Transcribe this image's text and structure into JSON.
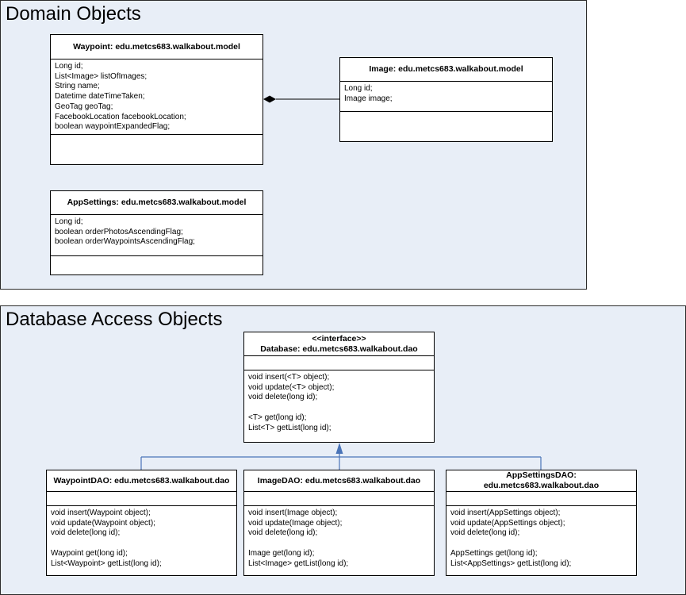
{
  "domain_package": {
    "title": "Domain Objects",
    "waypoint": {
      "name": "Waypoint: edu.metcs683.walkabout.model",
      "attributes": [
        "Long id;",
        "List<Image> listOfImages;",
        "String name;",
        "Datetime dateTimeTaken;",
        "GeoTag geoTag;",
        "FacebookLocation facebookLocation;",
        "boolean waypointExpandedFlag;"
      ]
    },
    "image": {
      "name": "Image: edu.metcs683.walkabout.model",
      "attributes": [
        "Long id;",
        "Image image;"
      ]
    },
    "appsettings": {
      "name": "AppSettings: edu.metcs683.walkabout.model",
      "attributes": [
        "Long id;",
        "boolean orderPhotosAscendingFlag;",
        "boolean orderWaypointsAscendingFlag;"
      ]
    }
  },
  "dao_package": {
    "title": "Database Access Objects",
    "database": {
      "stereotype": "<<interface>>",
      "name": "Database: edu.metcs683.walkabout.dao",
      "methods": [
        "void insert(<T> object);",
        "void update(<T> object);",
        "void delete(long id);",
        "",
        "<T> get(long id);",
        "List<T> getList(long id);"
      ]
    },
    "waypointdao": {
      "name": "WaypointDAO: edu.metcs683.walkabout.dao",
      "methods": [
        "void insert(Waypoint object);",
        "void update(Waypoint object);",
        "void delete(long id);",
        "",
        "Waypoint get(long id);",
        "List<Waypoint> getList(long id);"
      ]
    },
    "imagedao": {
      "name": "ImageDAO: edu.metcs683.walkabout.dao",
      "methods": [
        "void insert(Image object);",
        "void update(Image object);",
        "void delete(long id);",
        "",
        "Image get(long id);",
        "List<Image> getList(long id);"
      ]
    },
    "appsettingsdao": {
      "name_line1": "AppSettingsDAO:",
      "name_line2": "edu.metcs683.walkabout.dao",
      "methods": [
        "void insert(AppSettings object);",
        "void update(AppSettings object);",
        "void delete(long id);",
        "",
        "AppSettings get(long id);",
        "List<AppSettings> getList(long id);"
      ]
    }
  },
  "colors": {
    "package_fill": "#e8eef7",
    "inheritance_line": "#4a74b8"
  }
}
